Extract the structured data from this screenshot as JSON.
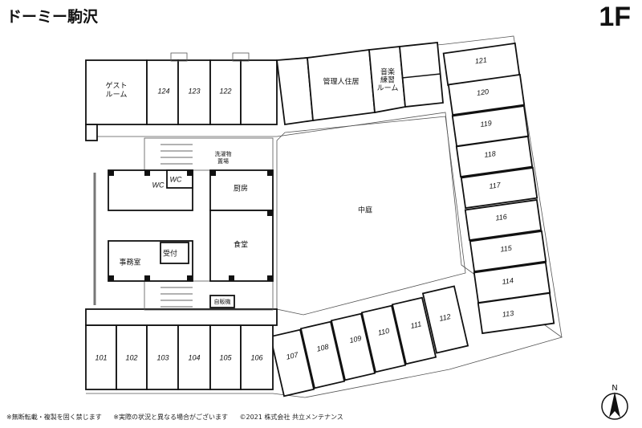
{
  "header": {
    "title": "ドーミー駒沢",
    "floor": "1F"
  },
  "rooms": {
    "guest": [
      "ゲスト",
      "ルーム"
    ],
    "r124": "124",
    "r123": "123",
    "r122": "122",
    "manager": "管理人住居",
    "music": [
      "音楽",
      "練習",
      "ルーム"
    ],
    "r121": "121",
    "r120": "120",
    "r119": "119",
    "r118": "118",
    "r117": "117",
    "r116": "116",
    "r115": "115",
    "r114": "114",
    "r113": "113",
    "r112": "112",
    "r111": "111",
    "r110": "110",
    "r109": "109",
    "r108": "108",
    "r107": "107",
    "r106": "106",
    "r105": "105",
    "r104": "104",
    "r103": "103",
    "r102": "102",
    "r101": "101",
    "laundry": [
      "洗濯物",
      "置場"
    ],
    "wc1": "WC",
    "wc2": "WC",
    "kitchen": "厨房",
    "dining": "食堂",
    "office": "事務室",
    "reception": "受付",
    "vending": "自販機",
    "courtyard": "中庭"
  },
  "compass": {
    "label": "N"
  },
  "footer": {
    "note1": "※無断転載・複製を固く禁じます",
    "note2": "※実際の状況と異なる場合がございます",
    "copyright": "©2021 株式会社 共立メンテナンス"
  }
}
